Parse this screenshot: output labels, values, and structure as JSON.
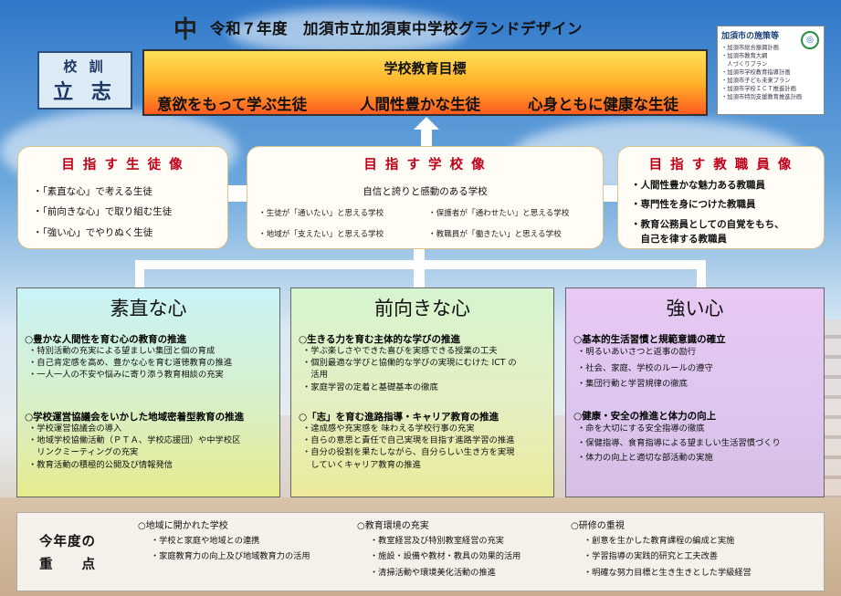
{
  "header": {
    "mark": "中",
    "title": "令和７年度　加須市立加須東中学校グランドデザイン"
  },
  "policies": {
    "title": "加須市の施策等",
    "items": [
      "・加須市総合振興計画",
      "・加須市教育大綱",
      "　人づくりプラン",
      "・加須市学校教育指導計画",
      "・加須市子ども未来プラン",
      "・加須市学校ＩＣＴ推進計画",
      "・加須市特別支援教育推進計画"
    ]
  },
  "motto": {
    "label": "校 訓",
    "value": "立 志"
  },
  "goal": {
    "title": "学校教育目標",
    "items": [
      "意欲をもって学ぶ生徒",
      "人間性豊かな生徒",
      "心身ともに健康な生徒"
    ]
  },
  "student_aim": {
    "title": "目 指 す 生 徒 像",
    "items": [
      "・「素直な心」で考える生徒",
      "・「前向きな心」で取り組む生徒",
      "・「強い心」でやりぬく生徒"
    ]
  },
  "school_aim": {
    "title": "目 指 す 学 校 像",
    "subtitle": "自信と誇りと感動のある学校",
    "items": [
      "・生徒が「通いたい」と思える学校",
      "・保護者が「通わせたい」と思える学校",
      "・地域が「支えたい」と思える学校",
      "・教職員が「働きたい」と思える学校"
    ]
  },
  "staff_aim": {
    "title": "目 指 す 教 職 員 像",
    "items": [
      "・人間性豊かな魅力ある教職員",
      "・専門性を身につけた教職員",
      "・教育公務員としての自覚をもち、",
      "　自己を律する教職員"
    ]
  },
  "pillars": [
    {
      "title": "素直な心",
      "sections": [
        {
          "head": "○豊かな人間性を育む心の教育の推進",
          "items": [
            "・特別活動の充実による望ましい集団と個の育成",
            "・自己肯定感を高め、豊かな心を育む道徳教育の推進",
            "・一人一人の不安や悩みに寄り添う教育相談の充実"
          ]
        },
        {
          "head": "○学校運営協議会をいかした地域密着型教育の推進",
          "items": [
            "・学校運営協議会の導入",
            "・地域学校協働活動（ＰＴＡ、学校応援団）や中学校区",
            "　リンクミーティングの充実",
            "・教育活動の積極的公開及び情報発信"
          ]
        }
      ]
    },
    {
      "title": "前向きな心",
      "sections": [
        {
          "head": "○生きる力を育む主体的な学びの推進",
          "items": [
            "・学ぶ楽しさやできた喜びを実感できる授業の工夫",
            "・個別最適な学びと協働的な学びの実現にむけた ICT の",
            "　活用",
            "・家庭学習の定着と基礎基本の徹底"
          ]
        },
        {
          "head": "○「志」を育む進路指導・キャリア教育の推進",
          "items": [
            "・達成感や充実感を 味わえる学校行事の充実",
            "・自らの意思と責任で自己実現を目指す進路学習の推進",
            "・自分の役割を果たしながら、自分らしい生き方を実現",
            "　していくキャリア教育の推進"
          ]
        }
      ]
    },
    {
      "title": "強い心",
      "sections": [
        {
          "head": "○基本的生活習慣と規範意識の確立",
          "items": [
            "・明るいあいさつと返事の励行",
            "・社会、家庭、学校のルールの遵守",
            "・集団行動と学習規律の徹底"
          ]
        },
        {
          "head": "○健康・安全の推進と体力の向上",
          "items": [
            "・命を大切にする安全指導の徹底",
            "・保健指導、食育指導による望ましい生活習慣づくり",
            "・体力の向上と適切な部活動の実施"
          ]
        }
      ]
    }
  ],
  "focus": {
    "label1": "今年度の",
    "label2": "重　　点",
    "columns": [
      {
        "head": "○地域に開かれた学校",
        "items": [
          "・学校と家庭や地域との連携",
          "・家庭教育力の向上及び地域教育力の活用"
        ]
      },
      {
        "head": "○教育環境の充実",
        "items": [
          "・教室経営及び特別教室経営の充実",
          "・施設・設備や教材・教具の効果的活用",
          "・清掃活動や環境美化活動の推進"
        ]
      },
      {
        "head": "○研修の重視",
        "items": [
          "・創意を生かした教育課程の編成と実施",
          "・学習指導の実践的研究と工夫改善",
          "・明確な努力目標と生き生きとした学級経営"
        ]
      }
    ]
  }
}
